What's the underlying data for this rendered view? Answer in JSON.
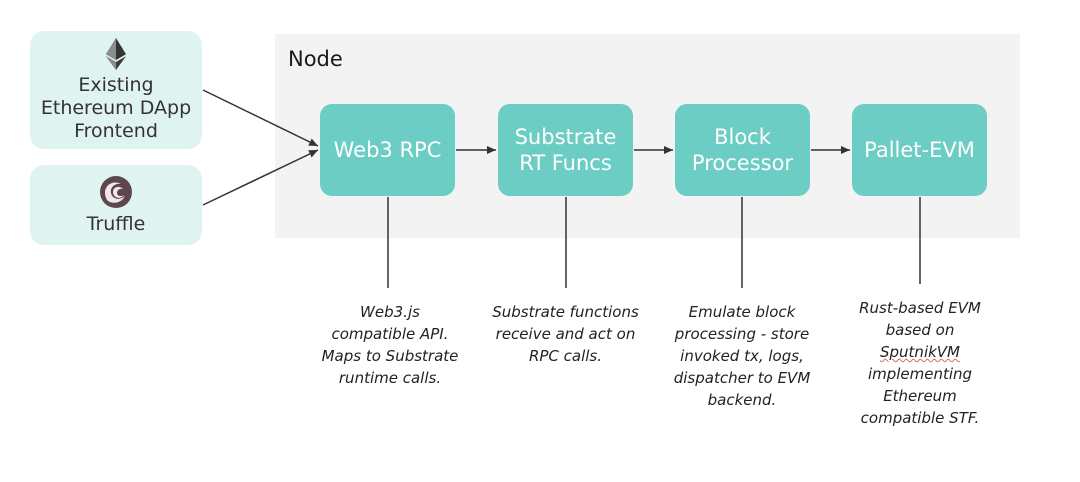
{
  "node": {
    "title": "Node"
  },
  "clients": [
    {
      "label": "Existing\nEthereum DApp\nFrontend",
      "icon": "ethereum-icon"
    },
    {
      "label": "Truffle",
      "icon": "truffle-icon"
    }
  ],
  "components": [
    {
      "label": "Web3 RPC"
    },
    {
      "label": "Substrate\nRT Funcs"
    },
    {
      "label": "Block\nProcessor"
    },
    {
      "label": "Pallet-EVM"
    }
  ],
  "notes": [
    "Web3.js\ncompatible API.\nMaps to Substrate\nruntime calls.",
    "Substrate functions\nreceive and act on\nRPC calls.",
    "Emulate block\nprocessing - store\ninvoked tx, logs,\ndispatcher to EVM\nbackend.",
    {
      "line1": "Rust-based EVM",
      "line2": "based on",
      "line3": "SputnikVM",
      "line4": "implementing",
      "line5": "Ethereum",
      "line6": "compatible STF."
    }
  ],
  "colors": {
    "component_fill": "#6ccdc4",
    "client_fill": "#dff3f1",
    "node_background": "#f3f3f3",
    "connector": "#333333"
  }
}
